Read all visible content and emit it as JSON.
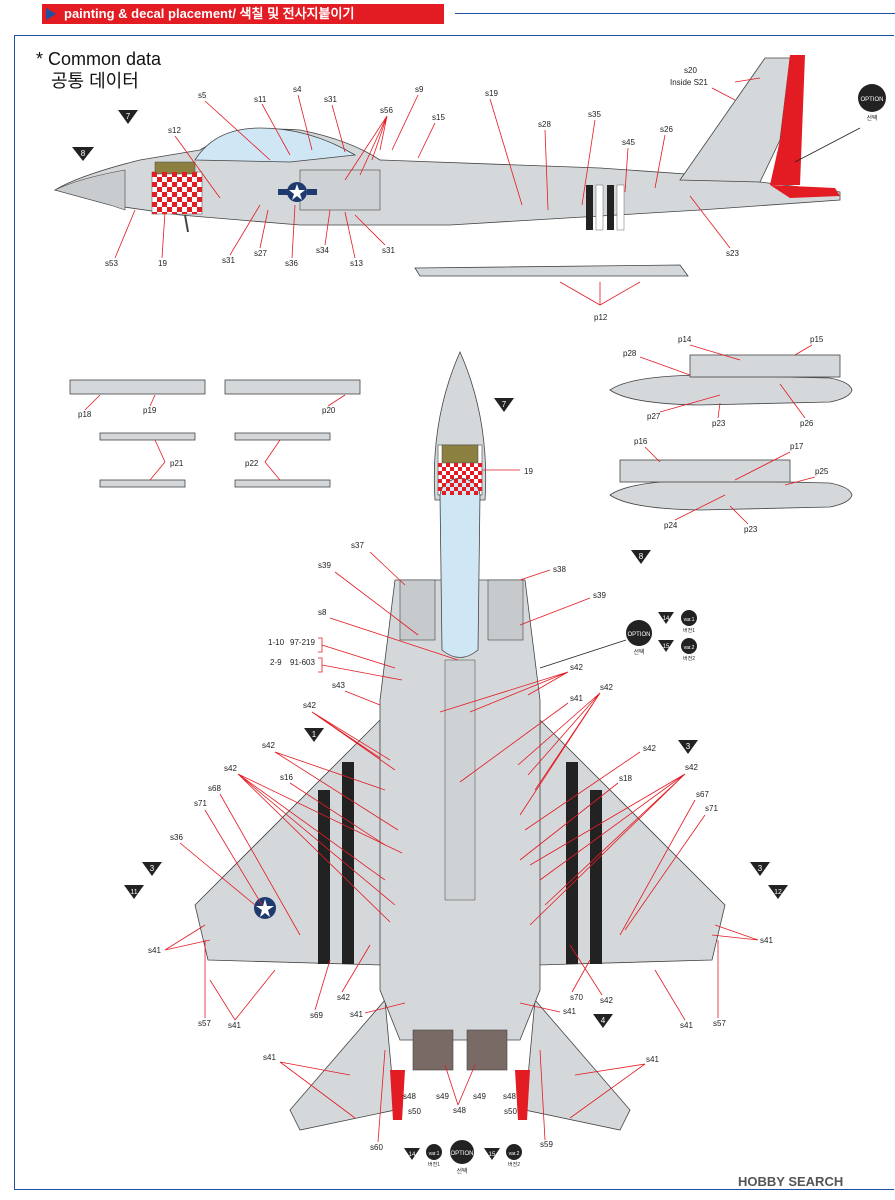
{
  "header": {
    "title": "painting & decal placement/ 색칠 및 전사지붙이기"
  },
  "section": {
    "title_en": "* Common data",
    "title_ko": "공통 데이터"
  },
  "watermark": "HOBBY SEARCH",
  "option_badge": {
    "label": "OPTION",
    "sub": "선택"
  },
  "serial_note": {
    "a_range": "1-10",
    "a_code": "97-219",
    "b_range": "2-9",
    "b_code": "91-603"
  },
  "side_labels": {
    "s20": "s20",
    "inside_s21": "Inside S21",
    "s5": "s5",
    "s11": "s11",
    "s4": "s4",
    "s31a": "s31",
    "s9": "s9",
    "s56": "s56",
    "s15": "s15",
    "s19": "s19",
    "s28": "s28",
    "s35": "s35",
    "s45": "s45",
    "s26": "s26",
    "s12": "s12",
    "s53": "s53",
    "n19": "19",
    "s31b": "s31",
    "s27": "s27",
    "s36": "s36",
    "s34": "s34",
    "s13": "s13",
    "s31c": "s31",
    "s23": "s23",
    "p12": "p12"
  },
  "part_labels": {
    "p18": "p18",
    "p19": "p19",
    "p20": "p20",
    "p21": "p21",
    "p22": "p22",
    "p14": "p14",
    "p15": "p15",
    "p28": "p28",
    "p27": "p27",
    "p23a": "p23",
    "p26": "p26",
    "p16": "p16",
    "p17": "p17",
    "p25": "p25",
    "p24": "p24",
    "p23b": "p23"
  },
  "top_labels": {
    "n19": "19",
    "s37": "s37",
    "s38": "s38",
    "s39a": "s39",
    "s39b": "s39",
    "s8": "s8",
    "s42a": "s42",
    "s41a": "s41",
    "s42b": "s42",
    "s43": "s43",
    "s42c": "s42",
    "s42d": "s42",
    "s42e": "s42",
    "s42f": "s42",
    "s16": "s16",
    "s18": "s18",
    "s68": "s68",
    "s42g": "s42",
    "s71a": "s71",
    "s67": "s67",
    "s71b": "s71",
    "s36": "s36",
    "s41b": "s41",
    "s41c": "s41",
    "s57a": "s57",
    "s41d": "s41",
    "s69": "s69",
    "s42h": "s42",
    "s70": "s70",
    "s42i": "s42",
    "s41e": "s41",
    "s57b": "s57",
    "s41f": "s41",
    "s41g": "s41",
    "s41h": "s41",
    "s41i": "s41",
    "s48a": "s48",
    "s49a": "s49",
    "s48b": "s48",
    "s49b": "s49",
    "s48c": "s48",
    "s50a": "s50",
    "s50b": "s50",
    "s60": "s60",
    "s59": "s59"
  },
  "markers": {
    "m1": "1",
    "m3a": "3",
    "m3b": "3",
    "m3c": "3",
    "m4": "4",
    "m7a": "7",
    "m7b": "7",
    "m8a": "8",
    "m8b": "8",
    "m11": "11",
    "m12": "12",
    "m14a": "14",
    "m15a": "15",
    "m14b": "14",
    "m15b": "15"
  },
  "var_badges": {
    "v1": "var.1",
    "v2": "var.2",
    "v1s": "버전1",
    "v2s": "버전2"
  },
  "colors": {
    "accent": "#e31b23",
    "frame": "#1e4fa0",
    "airframe": "#d5d8da",
    "stripe": "#222222"
  }
}
